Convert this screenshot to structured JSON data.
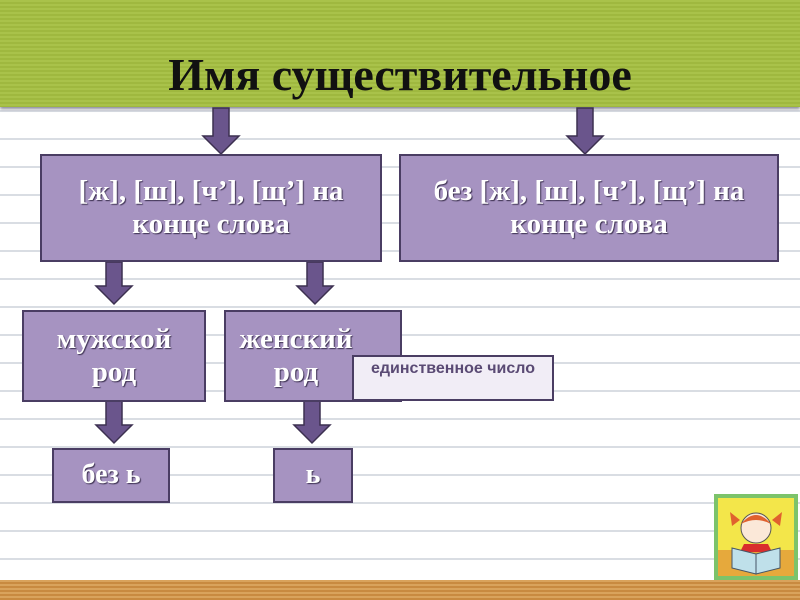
{
  "title": "Имя существительное",
  "boxes": {
    "with": "[ж], [ш], [ч’], [щ’] на конце слова",
    "without": "без [ж], [ш], [ч’], [щ’] на конце слова",
    "masc": "мужской род",
    "fem": "женский род",
    "nosign": "без ь",
    "sign": "ь"
  },
  "note": "единственное число"
}
